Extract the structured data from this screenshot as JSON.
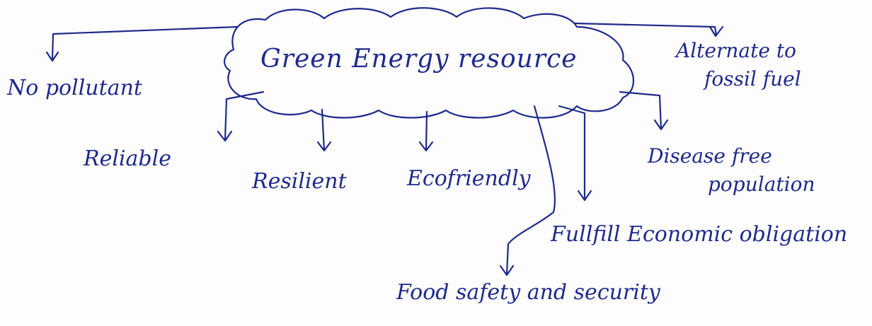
{
  "colors": {
    "ink": "#1f2a8c",
    "paper": "#fdfdfd"
  },
  "center": {
    "label": "Green Energy resource"
  },
  "nodes": {
    "no_pollutant": "No pollutant",
    "alternate_fossil_line1": "Alternate to",
    "alternate_fossil_line2": "fossil fuel",
    "reliable": "Reliable",
    "resilient": "Resilient",
    "ecofriendly": "Ecofriendly",
    "disease_free_line1": "Disease free",
    "disease_free_line2": "population",
    "fulfill_economic": "Fullfill Economic obligation",
    "food_safety": "Food safety and security"
  }
}
